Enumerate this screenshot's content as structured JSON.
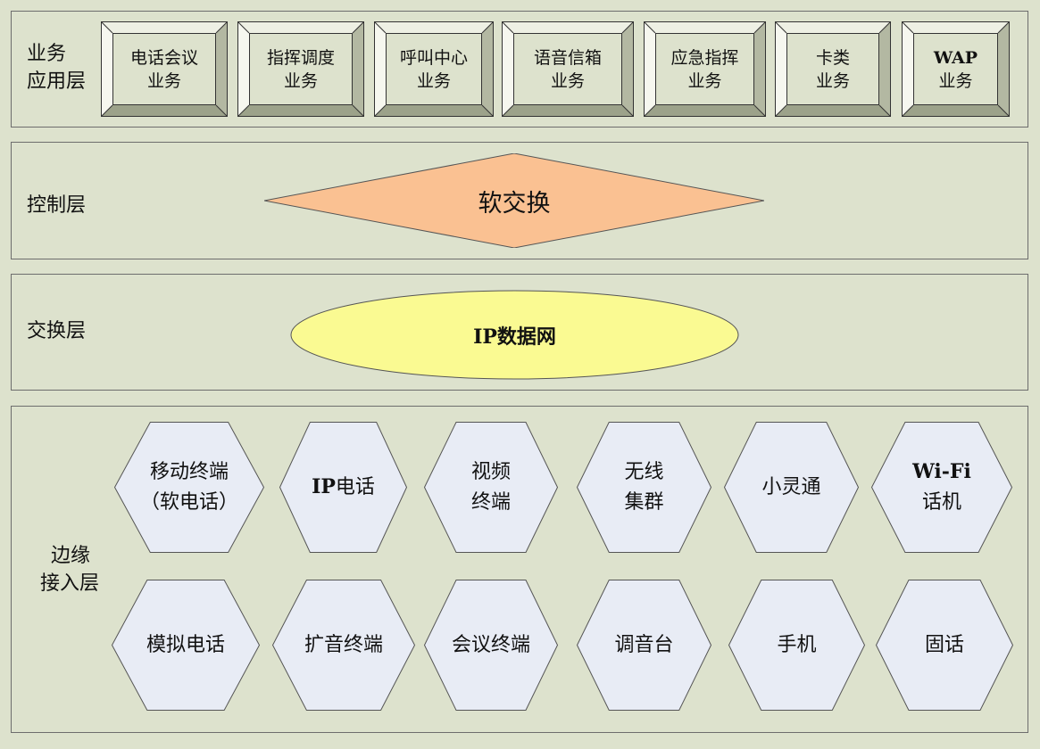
{
  "layers": {
    "application": {
      "title_line1": "业务",
      "title_line2": "应用层",
      "services": [
        {
          "line1": "电话会议",
          "line2": "业务",
          "bold_line1": false
        },
        {
          "line1": "指挥调度",
          "line2": "业务",
          "bold_line1": false
        },
        {
          "line1": "呼叫中心",
          "line2": "业务",
          "bold_line1": false
        },
        {
          "line1": "语音信箱",
          "line2": "业务",
          "bold_line1": false
        },
        {
          "line1": "应急指挥",
          "line2": "业务",
          "bold_line1": false
        },
        {
          "line1": "卡类",
          "line2": "业务",
          "bold_line1": false
        },
        {
          "line1": "WAP",
          "line2": "业务",
          "bold_line1": true
        }
      ]
    },
    "control": {
      "title": "控制层",
      "node_label": "软交换"
    },
    "switching": {
      "title": "交换层",
      "node_label": "IP数据网"
    },
    "edge_access": {
      "title_line1": "边缘",
      "title_line2": "接入层",
      "terminals_row1": [
        {
          "line1": "移动终端",
          "line2": "（软电话）"
        },
        {
          "line1": "IP电话",
          "line2": ""
        },
        {
          "line1": "视频",
          "line2": "终端"
        },
        {
          "line1": "无线",
          "line2": "集群"
        },
        {
          "line1": "小灵通",
          "line2": ""
        },
        {
          "line1": "Wi-Fi",
          "line2": "话机"
        }
      ],
      "terminals_row2": [
        {
          "line1": "模拟电话",
          "line2": ""
        },
        {
          "line1": "扩音终端",
          "line2": ""
        },
        {
          "line1": "会议终端",
          "line2": ""
        },
        {
          "line1": "调音台",
          "line2": ""
        },
        {
          "line1": "手机",
          "line2": ""
        },
        {
          "line1": "固话",
          "line2": ""
        }
      ]
    }
  },
  "colors": {
    "background": "#dde2cd",
    "button_face": "#dde2cd",
    "diamond_fill": "#fac192",
    "ellipse_fill": "#fafa92",
    "hexagon_fill": "#e8ecf5"
  }
}
